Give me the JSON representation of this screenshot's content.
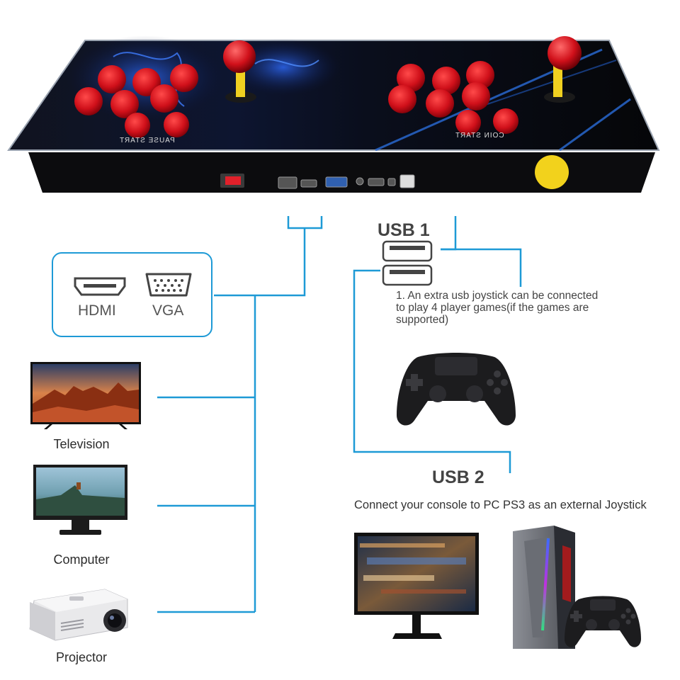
{
  "console": {
    "left_panel_label": "PAUSE START",
    "right_panel_label": "COIN START"
  },
  "ports": {
    "hdmi_label": "HDMI",
    "vga_label": "VGA"
  },
  "devices": {
    "tv_label": "Television",
    "computer_label": "Computer",
    "projector_label": "Projector"
  },
  "usb1": {
    "title": "USB 1",
    "note_line1": "1. An extra usb joystick can be connected",
    "note_line2": "to play 4 player games(if the games are",
    "note_line3": "supported)"
  },
  "usb2": {
    "title": "USB 2",
    "description": "Connect your console to PC PS3 as an external Joystick"
  },
  "colors": {
    "connector_line": "#1e9ad6",
    "button_red": "#d0101a",
    "console_body": "#0c0c14"
  },
  "icons": [
    "hdmi-port-icon",
    "vga-port-icon",
    "usb-port-icon",
    "gamepad-icon",
    "monitor-icon",
    "pc-tower-icon"
  ]
}
